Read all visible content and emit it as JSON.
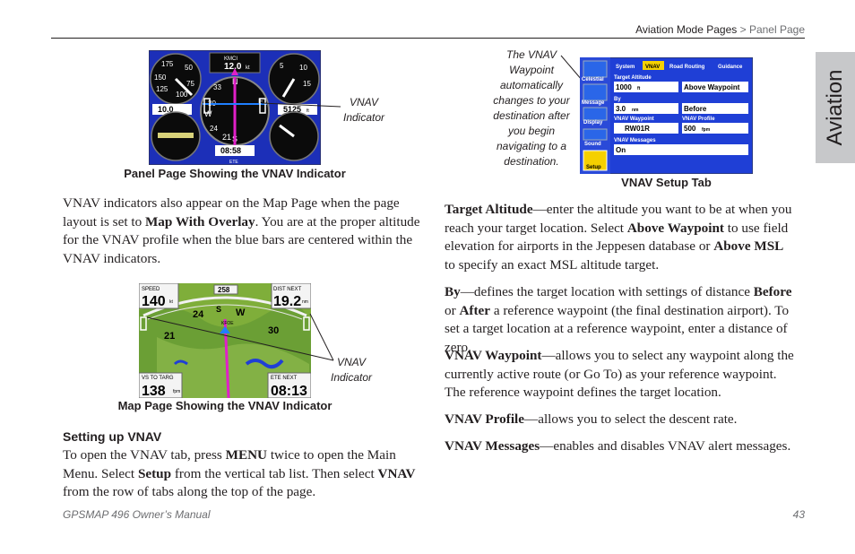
{
  "header": {
    "section": "Aviation Mode Pages",
    "separator": " > ",
    "current": "Panel Page"
  },
  "side_tab": {
    "label": "Aviation"
  },
  "figure_panel": {
    "caption": "Panel Page Showing the VNAV Indicator",
    "callout": "VNAV Indicator",
    "gauges": {
      "speed_top": "175",
      "speed_150": "150",
      "speed_125": "125",
      "speed_100": "100",
      "speed_75": "75",
      "speed_50": "50",
      "heading": "12.0",
      "heading_unit": "kt",
      "heading_label": "KMCI",
      "alt": "5125",
      "alt_unit": "ft",
      "dist": "10.0",
      "time": "08:58",
      "ete": "ETE",
      "c24": "24",
      "c21": "21",
      "c30": "30",
      "c33": "33",
      "cN": "N",
      "cE": "E",
      "cS": "S",
      "cW": "W",
      "v5": "5",
      "v10": "10",
      "v15": "15"
    }
  },
  "figure_map": {
    "caption": "Map Page Showing the VNAV Indicator",
    "callout": "VNAV Indicator",
    "fields": {
      "speed_label": "SPEED",
      "speed_value": "140",
      "speed_unit": "kt",
      "course_value": "258",
      "dist_label": "DIST NEXT",
      "dist_value": "19.2",
      "dist_unit": "nm",
      "vs_label": "VS TO TARG",
      "vs_value": "138",
      "vs_unit": "fpm",
      "ete_label": "ETE NEXT",
      "ete_value": "08:13",
      "c24": "24",
      "c21": "21",
      "c30": "30",
      "cW": "W",
      "cS": "S",
      "wpt": "KFOE"
    }
  },
  "figure_setup": {
    "caption": "VNAV Setup Tab",
    "callout": "The VNAV Waypoint automatically changes to your destination after you begin navigating to a destination.",
    "tabs": [
      "System",
      "VNAV",
      "Road Routing",
      "Guidance"
    ],
    "side_tabs": [
      "Celestial",
      "Message",
      "Display",
      "Sound",
      "Setup"
    ],
    "target_altitude_label": "Target Altitude",
    "target_altitude_value": "1000",
    "target_altitude_unit": "ft",
    "above_value": "Above Waypoint",
    "by_label": "By",
    "by_value": "3.0",
    "by_unit": "nm",
    "before_value": "Before",
    "vnav_waypoint_label": "VNAV Waypoint",
    "vnav_waypoint_value": "RW01R",
    "vnav_profile_label": "VNAV Profile",
    "vnav_profile_value": "500",
    "vnav_profile_unit": "fpm",
    "vnav_messages_label": "VNAV Messages",
    "vnav_messages_value": "On"
  },
  "left_text": {
    "p1": {
      "a": "VNAV indicators also appear on the Map Page when the page layout is set to ",
      "b": "Map With Overlay",
      "c": ". You are at the proper altitude for the VNAV profile when the blue bars are centered within the VNAV indicators."
    },
    "section_heading": "Setting up VNAV",
    "p2": {
      "a": "To open the VNAV tab, press ",
      "b": "MENU",
      "c": " twice to open the Main Menu. Select ",
      "d": "Setup",
      "e": " from the vertical tab list. Then select ",
      "f": "VNAV",
      "g": " from the row of tabs along the top of the page."
    }
  },
  "right_text": {
    "p1": {
      "a": "Target Altitude",
      "b": "—enter the altitude you want to be at when you reach your target location. Select ",
      "c": "Above Waypoint",
      "d": " to use field elevation for airports in the Jeppesen database or ",
      "e": "Above MSL",
      "f": " to specify an exact MSL altitude target."
    },
    "p2": {
      "a": "By",
      "b": "—defines the target location with settings of distance ",
      "c": "Before",
      "d": " or ",
      "e": "After",
      "f": " a reference waypoint (the final destination airport). To set a target location at a reference waypoint, enter a distance of zero."
    },
    "p3": {
      "a": "VNAV Waypoint",
      "b": "—allows you to select any waypoint along the currently active route (or Go To) as your reference waypoint. The reference waypoint defines the target location."
    },
    "p4": {
      "a": "VNAV Profile",
      "b": "—allows you to select the descent rate."
    },
    "p5": {
      "a": "VNAV Messages",
      "b": "—enables and disables VNAV alert messages."
    }
  },
  "footer": {
    "manual": "GPSMAP 496 Owner’s Manual",
    "page": "43"
  },
  "colors": {
    "tab_gray": "#c7c8ca",
    "garmin_blue": "#1f3fd6",
    "terrain_green": "#7fae3a",
    "magenta": "#e020c8"
  }
}
